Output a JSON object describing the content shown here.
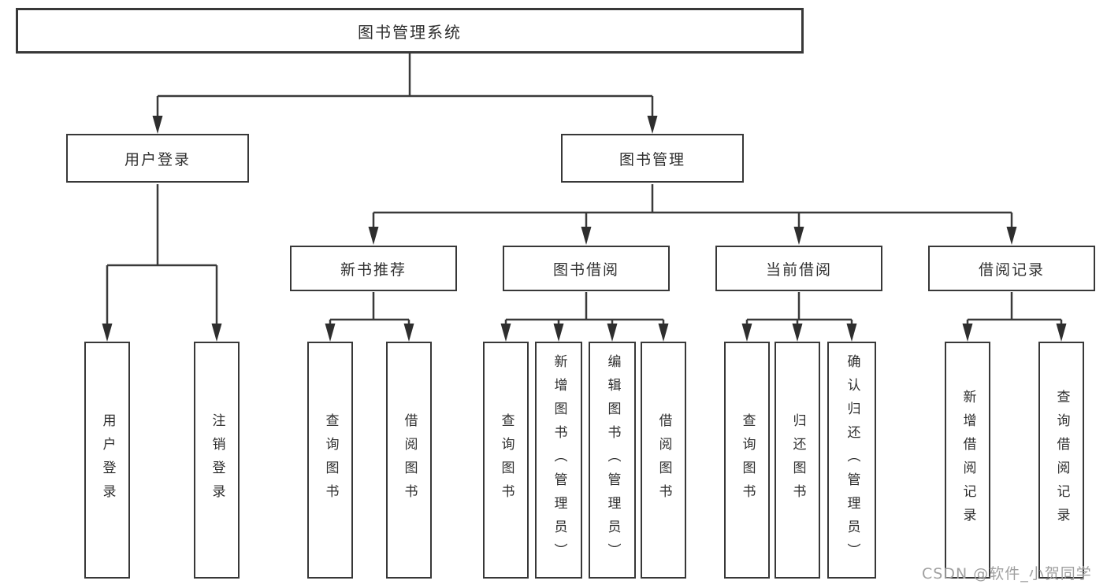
{
  "title": "图书管理系统",
  "watermark": "CSDN @软件_小贺同学",
  "colors": {
    "background": "#ffffff",
    "line": "#3a3a3a",
    "border": "#383838",
    "text": "#2f2f2f",
    "watermark": "#a0a0a0"
  },
  "tree": {
    "root": {
      "label": "图书管理系统"
    },
    "level2": [
      {
        "label": "用户登录"
      },
      {
        "label": "图书管理"
      }
    ],
    "level3": [
      {
        "label": "新书推荐"
      },
      {
        "label": "图书借阅"
      },
      {
        "label": "当前借阅"
      },
      {
        "label": "借阅记录"
      }
    ],
    "leaves": {
      "user_login": [
        "用户登录",
        "注销登录"
      ],
      "new_book": [
        "查询图书",
        "借阅图书"
      ],
      "book_borrow": [
        "查询图书",
        "新增图书（管理员）",
        "编辑图书（管理员）",
        "借阅图书"
      ],
      "current_borrow": [
        "查询图书",
        "归还图书",
        "确认归还（管理员）"
      ],
      "borrow_record": [
        "新增借阅记录",
        "查询借阅记录"
      ]
    }
  }
}
